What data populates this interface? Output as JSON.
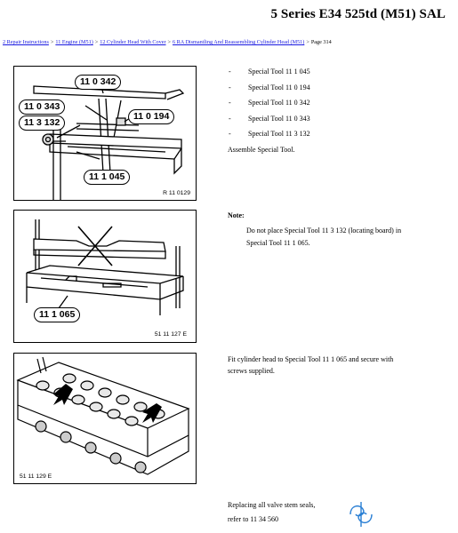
{
  "header": {
    "title": "5 Series E34 525td (M51) SAL"
  },
  "breadcrumb": {
    "items": [
      "2 Repair Instructions",
      "11 Engine (M51)",
      "12 Cylinder Head With Cover",
      "6 RA Dismantling And Reassembling Cylinder Head (M51)"
    ],
    "page": "Page 314",
    "separator": ">"
  },
  "figures": [
    {
      "code": "R 11 0129",
      "callouts": [
        "11 0 342",
        "11 0 343",
        "11 3 132",
        "11 0 194",
        "11 1 045"
      ]
    },
    {
      "code": "51 11 127 E",
      "callouts": [
        "11 1 065"
      ]
    },
    {
      "code": "51 11 129 E",
      "callouts": []
    }
  ],
  "step1": {
    "dash": "-",
    "items": [
      "Special Tool 11 1 045",
      "Special Tool 11 0 194",
      "Special Tool 11 0 342",
      "Special Tool 11 0 343",
      "Special Tool 11 3 132"
    ],
    "instruction": "Assemble Special Tool."
  },
  "note": {
    "label": "Note:",
    "line1": "Do not place Special Tool 11 3 132 (locating board) in",
    "line2": "Special Tool 11 1 065."
  },
  "step2": {
    "line1": "Fit cylinder head to Special Tool 11 1 065 and secure with",
    "line2": "screws supplied."
  },
  "step3": {
    "line1": "Replacing all valve stem seals,",
    "line2": "refer to 11 34 560"
  }
}
